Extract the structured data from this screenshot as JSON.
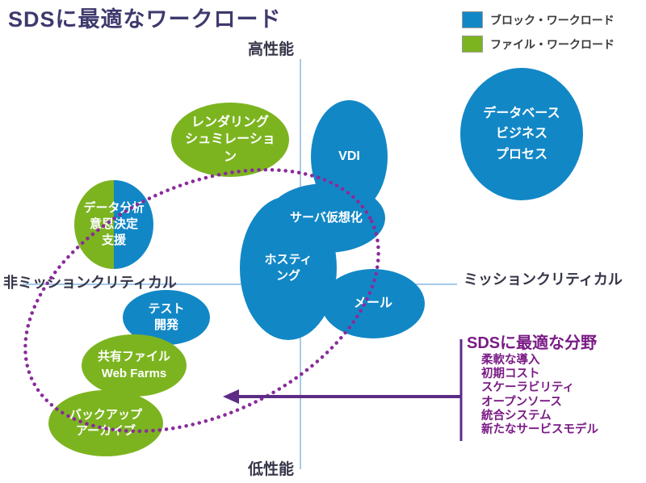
{
  "title": "SDSに最適なワークロード",
  "legend": {
    "block": {
      "label": "ブロック・ワークロード",
      "color": "#1287c6"
    },
    "file": {
      "label": "ファイル・ワークロード",
      "color": "#7cb420"
    }
  },
  "axes": {
    "top": "高性能",
    "bottom": "低性能",
    "left": "非ミッションクリティカル",
    "right": "ミッションクリティカル"
  },
  "bubbles": {
    "rendering": {
      "label": "レンダリング\nシュミレーショ\nン",
      "type": "file"
    },
    "data_analysis": {
      "label": "データ分析\n意思決定\n支援",
      "type": "file+block"
    },
    "vdi": {
      "label": "VDI",
      "type": "block"
    },
    "hosting": {
      "label": "ホスティ\nング",
      "type": "block"
    },
    "server_virtualization": {
      "label": "サーバ仮想化",
      "type": "block"
    },
    "mail": {
      "label": "メール",
      "type": "block"
    },
    "database": {
      "label": "データベース\nビジネス\nプロセス",
      "type": "block"
    },
    "test_dev": {
      "label": "テスト\n開発",
      "type": "block"
    },
    "shared_files": {
      "label": "共有ファイル\nWeb Farms",
      "type": "file"
    },
    "backup_archive": {
      "label": "バックアップ\nアーカイブ",
      "type": "file"
    }
  },
  "callout": {
    "title": "SDSに最適な分野",
    "items": [
      "柔軟な導入",
      "初期コスト",
      "スケーラビリティ",
      "オープンソース",
      "統合システム",
      "新たなサービスモデル"
    ]
  },
  "colors": {
    "block_blue": "#1287c6",
    "file_green": "#7cb420",
    "title_navy": "#3e3a6d",
    "axis_line_blue": "#a6cbe9",
    "scope_dotted_purple": "#8a2b9b",
    "callout_purple": "#7a1b85",
    "arrow_purple": "#5c2c86"
  }
}
